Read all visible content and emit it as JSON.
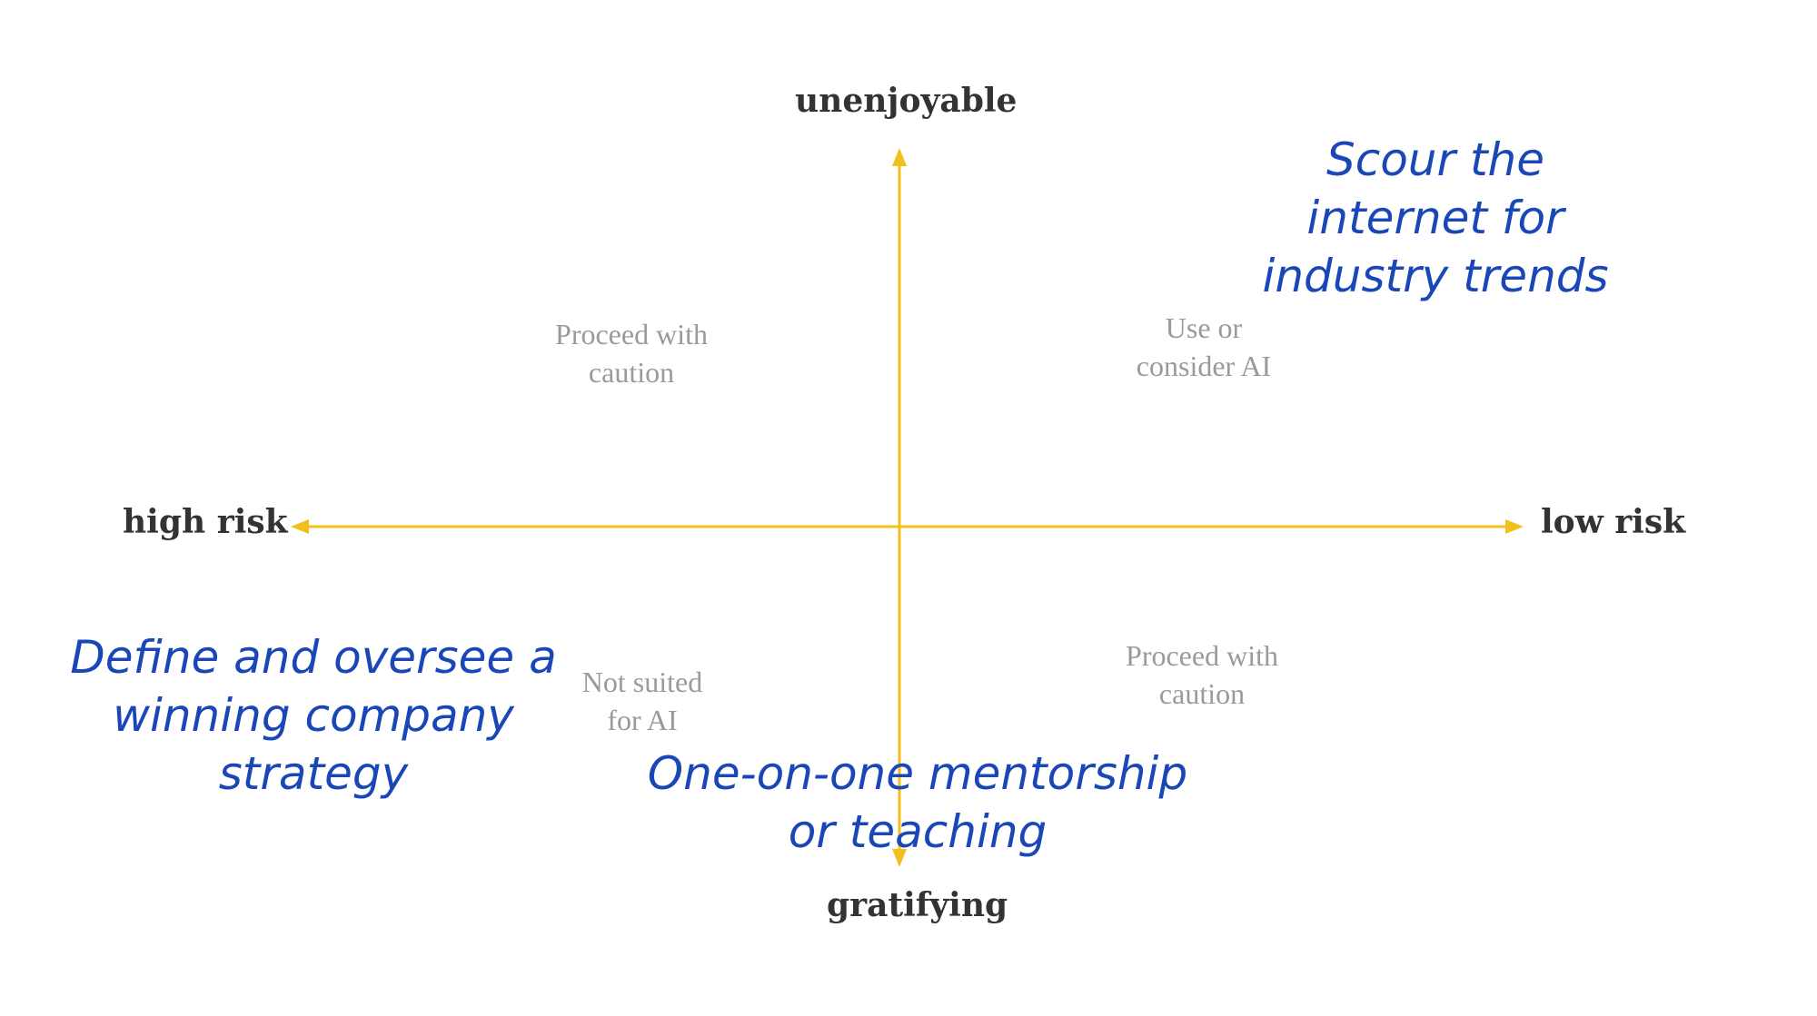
{
  "axes": {
    "top": "unenjoyable",
    "bottom": "gratifying",
    "left": "high risk",
    "right": "low risk",
    "color": "#f2bf1d"
  },
  "quadrants": {
    "top_left": "Proceed with\ncaution",
    "top_right": "Use or\nconsider AI",
    "bottom_left": "Not suited\nfor AI",
    "bottom_right": "Proceed with\ncaution"
  },
  "handwritten_notes": {
    "top_right": "Scour the\ninternet for\nindustry trends",
    "left": "Define and oversee a\nwinning company strategy",
    "bottom": "One-on-one mentorship\nor teaching"
  },
  "colors": {
    "axis_label": "#333333",
    "quadrant_label": "#9a9a9a",
    "handwriting": "#1a47b8"
  }
}
